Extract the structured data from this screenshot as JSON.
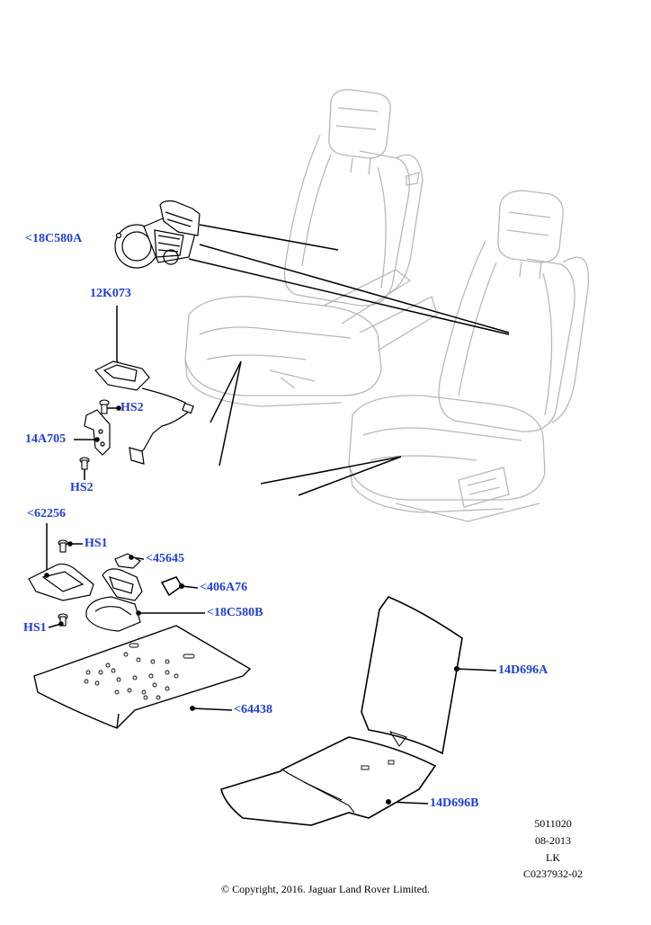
{
  "callouts": {
    "c18c580a": "<18C580A",
    "c12k073": "12K073",
    "hs2_upper": "HS2",
    "c14a705": "14A705",
    "hs2_lower": "HS2",
    "c62256": "<62256",
    "hs1_upper": "HS1",
    "c45645": "<45645",
    "c406a76": "<406A76",
    "c18c580b": "<18C580B",
    "hs1_lower": "HS1",
    "c64438": "<64438",
    "c14d696a": "14D696A",
    "c14d696b": "14D696B"
  },
  "meta": {
    "part_code": "5011020",
    "date": "08-2013",
    "initials": "LK",
    "ref": "C0237932-02"
  },
  "copyright": "© Copyright, 2016. Jaguar Land Rover Limited.",
  "colors": {
    "callout_text": "#1f3fd6",
    "seat_outline": "#b8b8b8",
    "part_outline": "#000000"
  }
}
